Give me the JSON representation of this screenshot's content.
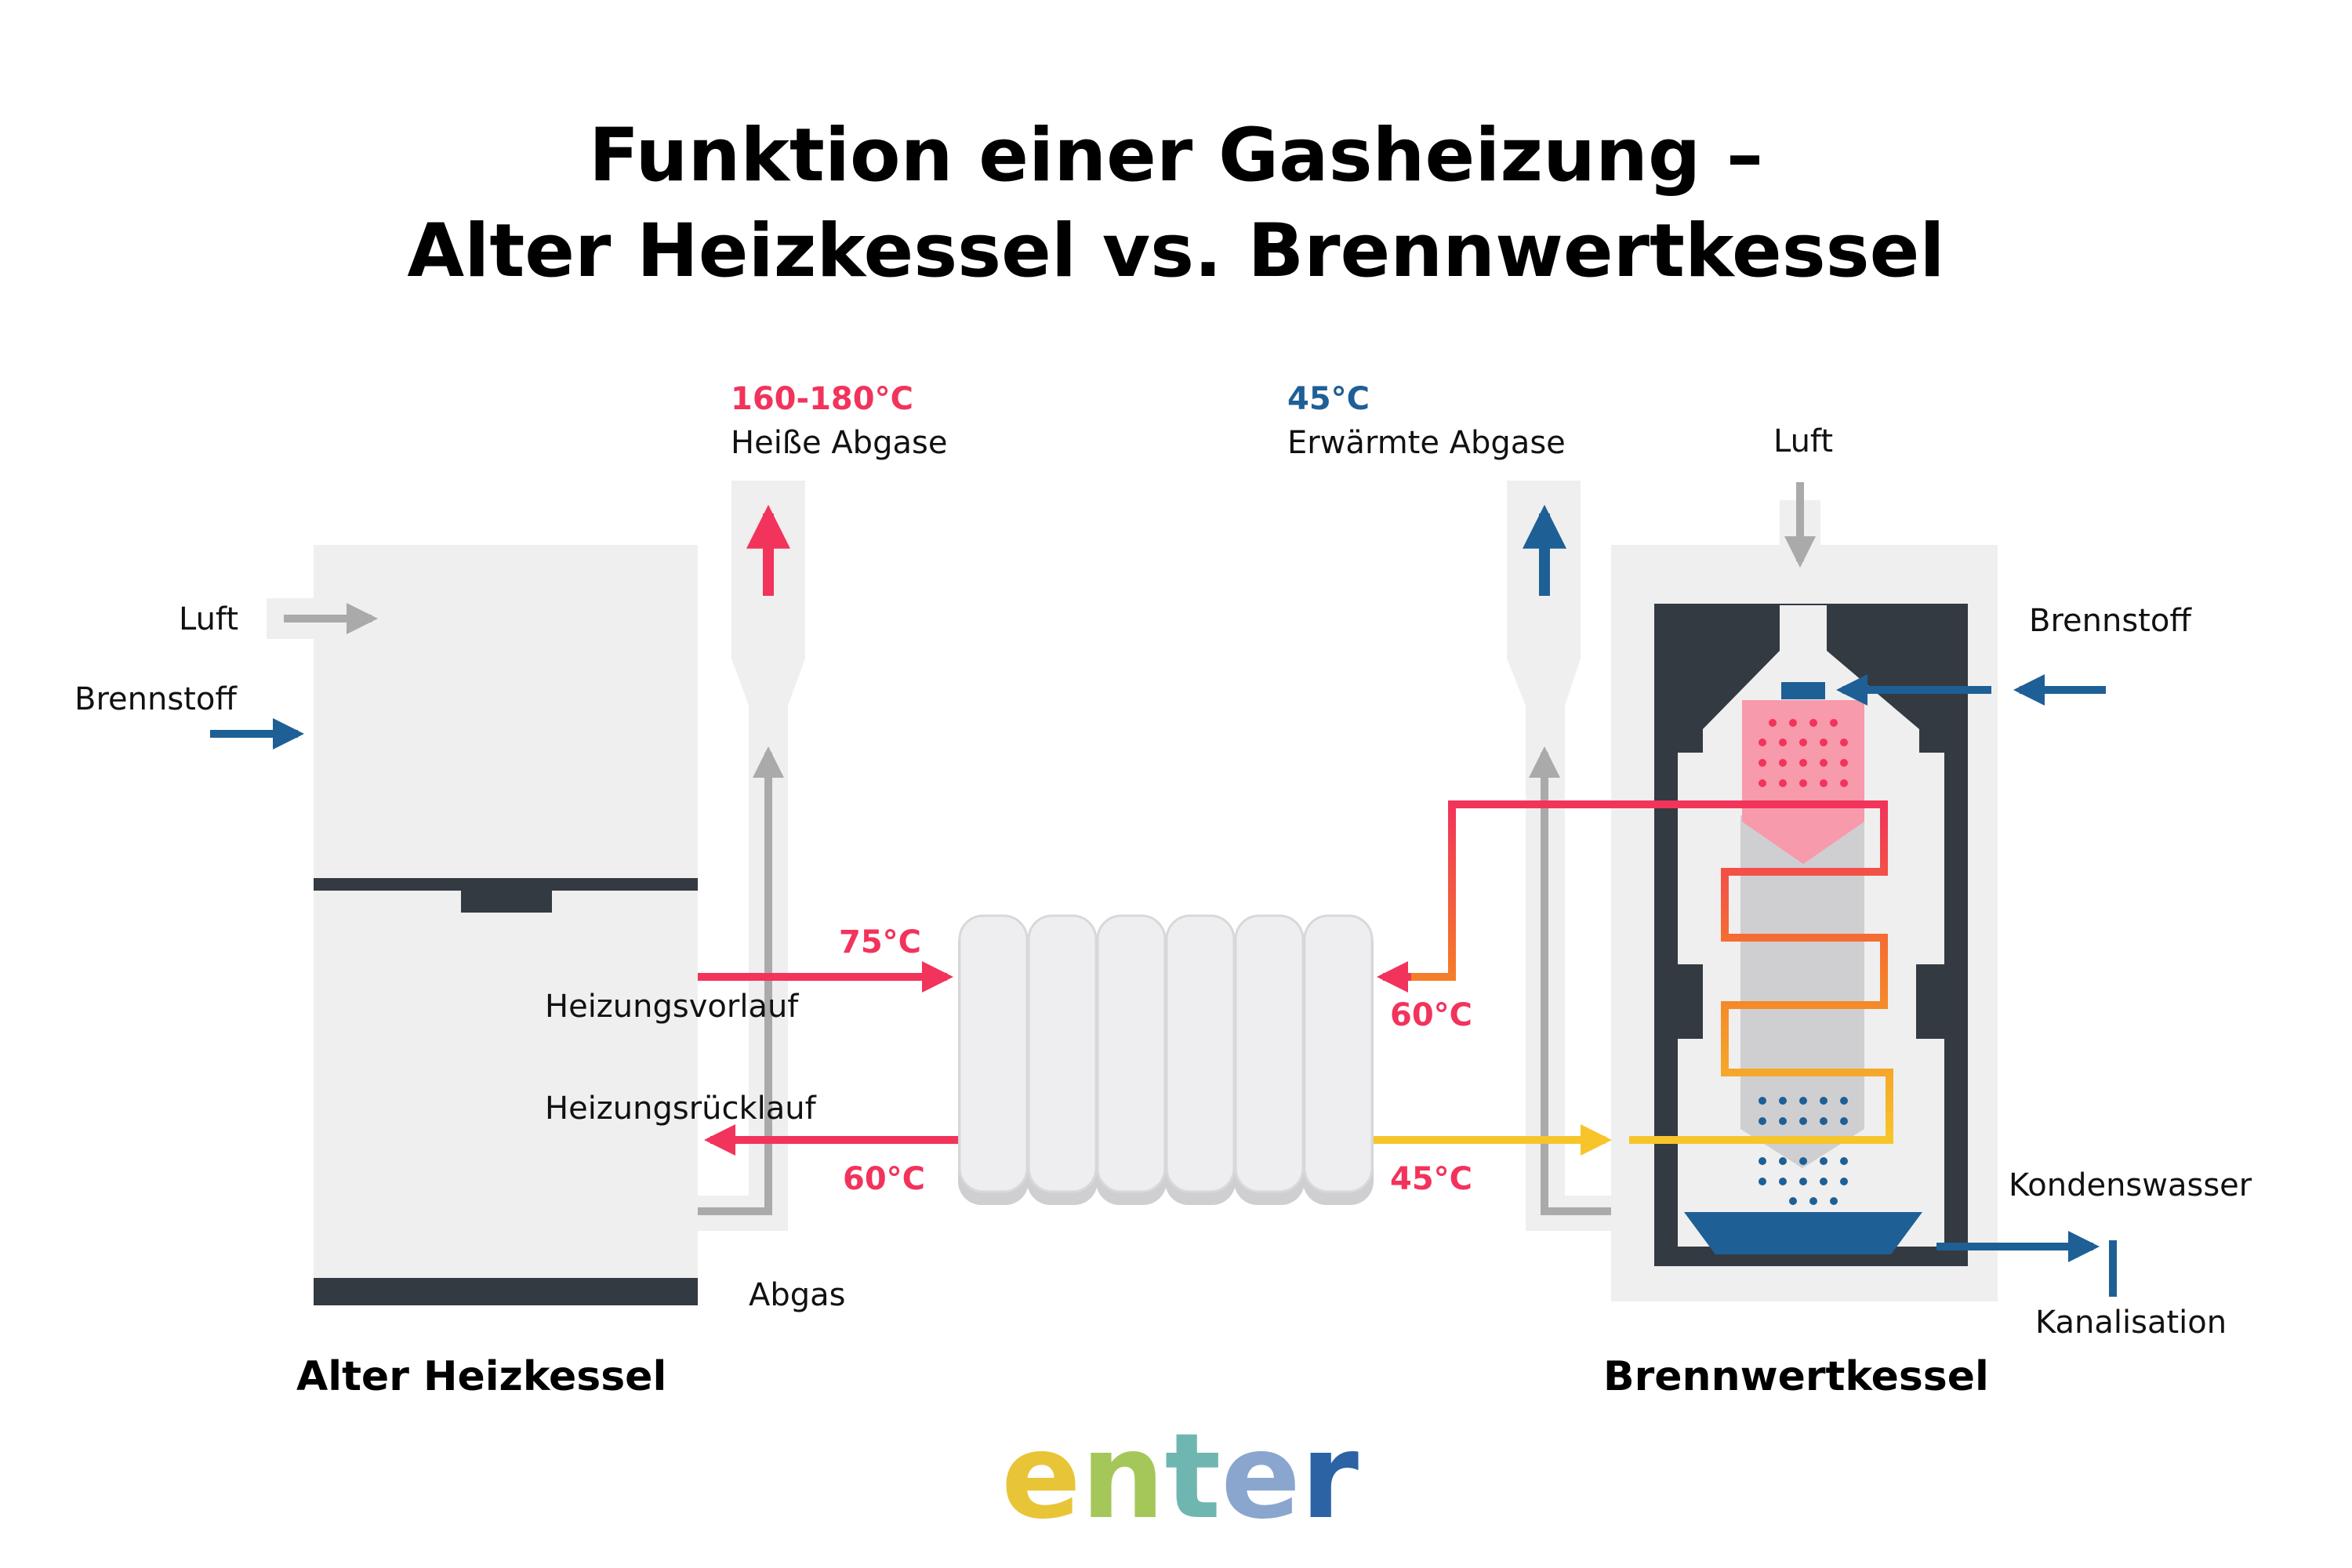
{
  "title": {
    "line1": "Funktion einer Gasheizung –",
    "line2": "Alter Heizkessel vs. Brennwertkessel"
  },
  "old_boiler": {
    "name": "Alter Heizkessel",
    "air_label": "Luft",
    "fuel_label": "Brennstoff",
    "exhaust_temp": "160-180°C",
    "exhaust_label": "Heiße Abgase",
    "flow_label": "Heizungsvorlauf",
    "return_label": "Heizungsrücklauf",
    "flue_label": "Abgas",
    "flow_temp": "75°C",
    "return_temp": "60°C"
  },
  "condensing_boiler": {
    "name": "Brennwertkessel",
    "air_label": "Luft",
    "fuel_label": "Brennstoff",
    "exhaust_temp": "45°C",
    "exhaust_label": "Erwärmte Abgase",
    "flow_temp": "60°C",
    "return_temp": "45°C",
    "condensate_label": "Kondenswasser",
    "sewer_label": "Kanalisation"
  },
  "logo": {
    "part1": "e",
    "part2": "n",
    "part3": "t",
    "part4": "e",
    "part5": "r"
  },
  "colors": {
    "hot": "#f2335b",
    "warm": "#f47b2a",
    "cool": "#f7c52a",
    "blue": "#1e5f96",
    "dark": "#343a42",
    "grey": "#efefef"
  }
}
